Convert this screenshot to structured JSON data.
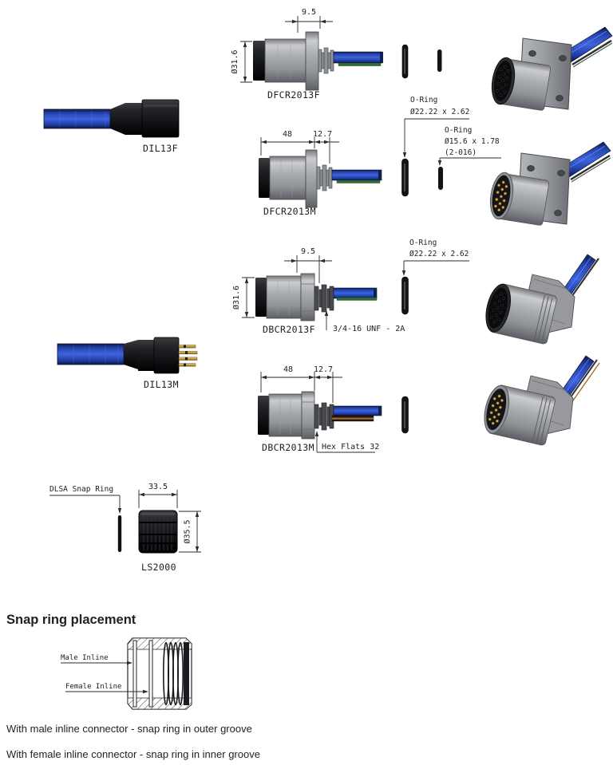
{
  "colors": {
    "cable_blue": "#2f55cc",
    "metal_gray": "#a8abb0",
    "connector_black": "#141417",
    "pin_gold": "#c79a3e",
    "green_wire": "#2f6d33",
    "orange_wire": "#a96426",
    "line_color": "#2b2b2b",
    "background": "#ffffff"
  },
  "products": {
    "dil13f": {
      "label": "DIL13F"
    },
    "dil13m": {
      "label": "DIL13M"
    },
    "dfcr2013f": {
      "label": "DFCR2013F",
      "dim_width": "9.5",
      "dim_diameter": "Ø31.6"
    },
    "dfcr2013m": {
      "label": "DFCR2013M",
      "dim_length": "48",
      "dim_offset": "12.7"
    },
    "dbcr2013f": {
      "label": "DBCR2013F",
      "dim_width": "9.5",
      "dim_diameter": "Ø31.6",
      "thread_note": "3/4-16 UNF - 2A"
    },
    "dbcr2013m": {
      "label": "DBCR2013M",
      "dim_length": "48",
      "dim_offset": "12.7",
      "hex_note": "Hex Flats 32"
    },
    "ls2000": {
      "label": "LS2000",
      "dim_length": "33.5",
      "dim_diameter": "Ø35.5"
    },
    "dlsa": {
      "label": "DLSA Snap Ring"
    }
  },
  "orings": {
    "flange_seal_top": {
      "name": "O-Ring",
      "size": "Ø22.22 x 2.62"
    },
    "shaft_seal": {
      "name": "O-Ring",
      "size": "Ø15.6 x 1.78",
      "dash_number": "(2-016)"
    },
    "flange_seal_mid": {
      "name": "O-Ring",
      "size": "Ø22.22 x 2.62"
    }
  },
  "snap_ring": {
    "heading": "Snap ring placement",
    "male_label": "Male Inline",
    "female_label": "Female Inline",
    "male_note": "With male inline connector - snap ring in outer groove",
    "female_note": "With female inline connector - snap ring in inner groove"
  }
}
